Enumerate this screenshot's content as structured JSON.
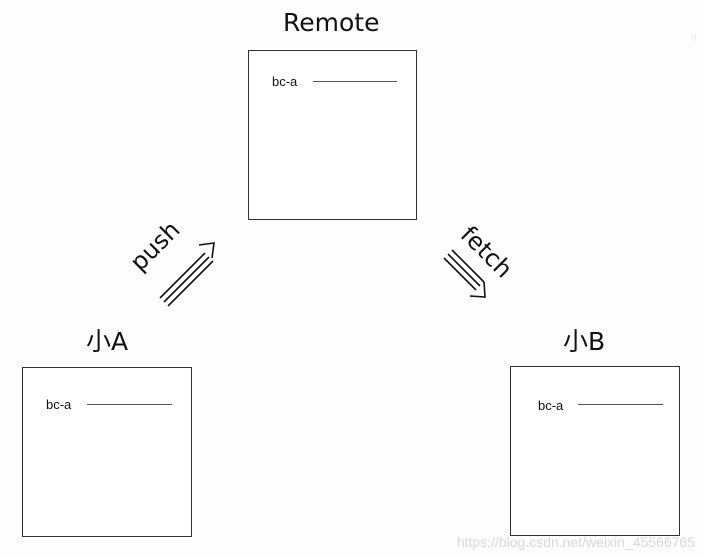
{
  "remote": {
    "title": "Remote",
    "branch": "bc-a"
  },
  "local_a": {
    "title": "小A",
    "branch": "bc-a"
  },
  "local_b": {
    "title": "小B",
    "branch": "bc-a"
  },
  "arrows": {
    "push_label": "push",
    "fetch_label": "fetch"
  },
  "watermark": "https://blog.csdn.net/weixin_45566765"
}
